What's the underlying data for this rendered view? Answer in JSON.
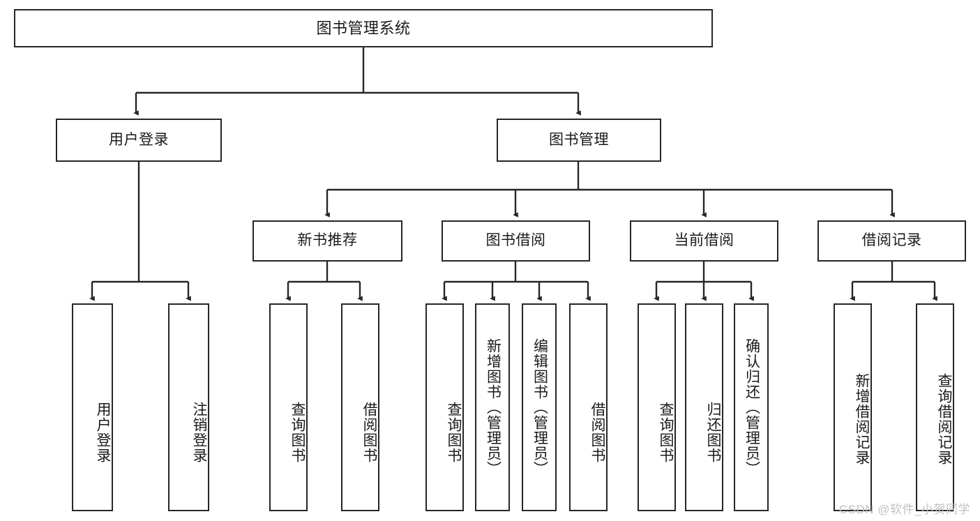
{
  "diagram": {
    "title": "图书管理系统",
    "type": "hierarchy-tree",
    "style": {
      "box_border_color": "#262626",
      "box_fill_color": "#ffffff",
      "connector_color": "#262626",
      "background_color": "#ffffff",
      "watermark_color": "#c2c2c2"
    },
    "watermark": "CSDN @软件_小贺同学",
    "levels": [
      {
        "level": 1,
        "nodes": [
          {
            "id": "root",
            "label": "图书管理系统",
            "orientation": "horizontal"
          }
        ]
      },
      {
        "level": 2,
        "nodes": [
          {
            "id": "user-login",
            "label": "用户登录",
            "orientation": "horizontal",
            "parent": "root"
          },
          {
            "id": "book-manage",
            "label": "图书管理",
            "orientation": "horizontal",
            "parent": "root"
          }
        ]
      },
      {
        "level": 3,
        "nodes": [
          {
            "id": "new-book-rec",
            "label": "新书推荐",
            "orientation": "horizontal",
            "parent": "book-manage"
          },
          {
            "id": "book-borrow",
            "label": "图书借阅",
            "orientation": "horizontal",
            "parent": "book-manage"
          },
          {
            "id": "current-borrow",
            "label": "当前借阅",
            "orientation": "horizontal",
            "parent": "book-manage"
          },
          {
            "id": "borrow-record",
            "label": "借阅记录",
            "orientation": "horizontal",
            "parent": "book-manage"
          }
        ]
      },
      {
        "level": 4,
        "nodes": [
          {
            "id": "leaf-user-login",
            "label": "用户登录",
            "orientation": "vertical",
            "parent": "user-login"
          },
          {
            "id": "leaf-logout",
            "label": "注销登录",
            "orientation": "vertical",
            "parent": "user-login"
          },
          {
            "id": "leaf-query-book-1",
            "label": "查询图书",
            "orientation": "vertical",
            "parent": "new-book-rec"
          },
          {
            "id": "leaf-borrow-book-1",
            "label": "借阅图书",
            "orientation": "vertical",
            "parent": "new-book-rec"
          },
          {
            "id": "leaf-query-book-2",
            "label": "查询图书",
            "orientation": "vertical",
            "parent": "book-borrow"
          },
          {
            "id": "leaf-add-book",
            "label": "新增图书（管理员）",
            "orientation": "vertical",
            "parent": "book-borrow"
          },
          {
            "id": "leaf-edit-book",
            "label": "编辑图书（管理员）",
            "orientation": "vertical",
            "parent": "book-borrow"
          },
          {
            "id": "leaf-borrow-book-2",
            "label": "借阅图书",
            "orientation": "vertical",
            "parent": "book-borrow"
          },
          {
            "id": "leaf-query-book-3",
            "label": "查询图书",
            "orientation": "vertical",
            "parent": "current-borrow"
          },
          {
            "id": "leaf-return-book",
            "label": "归还图书",
            "orientation": "vertical",
            "parent": "current-borrow"
          },
          {
            "id": "leaf-confirm-return",
            "label": "确认归还（管理员）",
            "orientation": "vertical",
            "parent": "current-borrow"
          },
          {
            "id": "leaf-add-record",
            "label": "新增借阅记录",
            "orientation": "vertical",
            "parent": "borrow-record"
          },
          {
            "id": "leaf-query-record",
            "label": "查询借阅记录",
            "orientation": "vertical",
            "parent": "borrow-record"
          }
        ]
      }
    ]
  }
}
